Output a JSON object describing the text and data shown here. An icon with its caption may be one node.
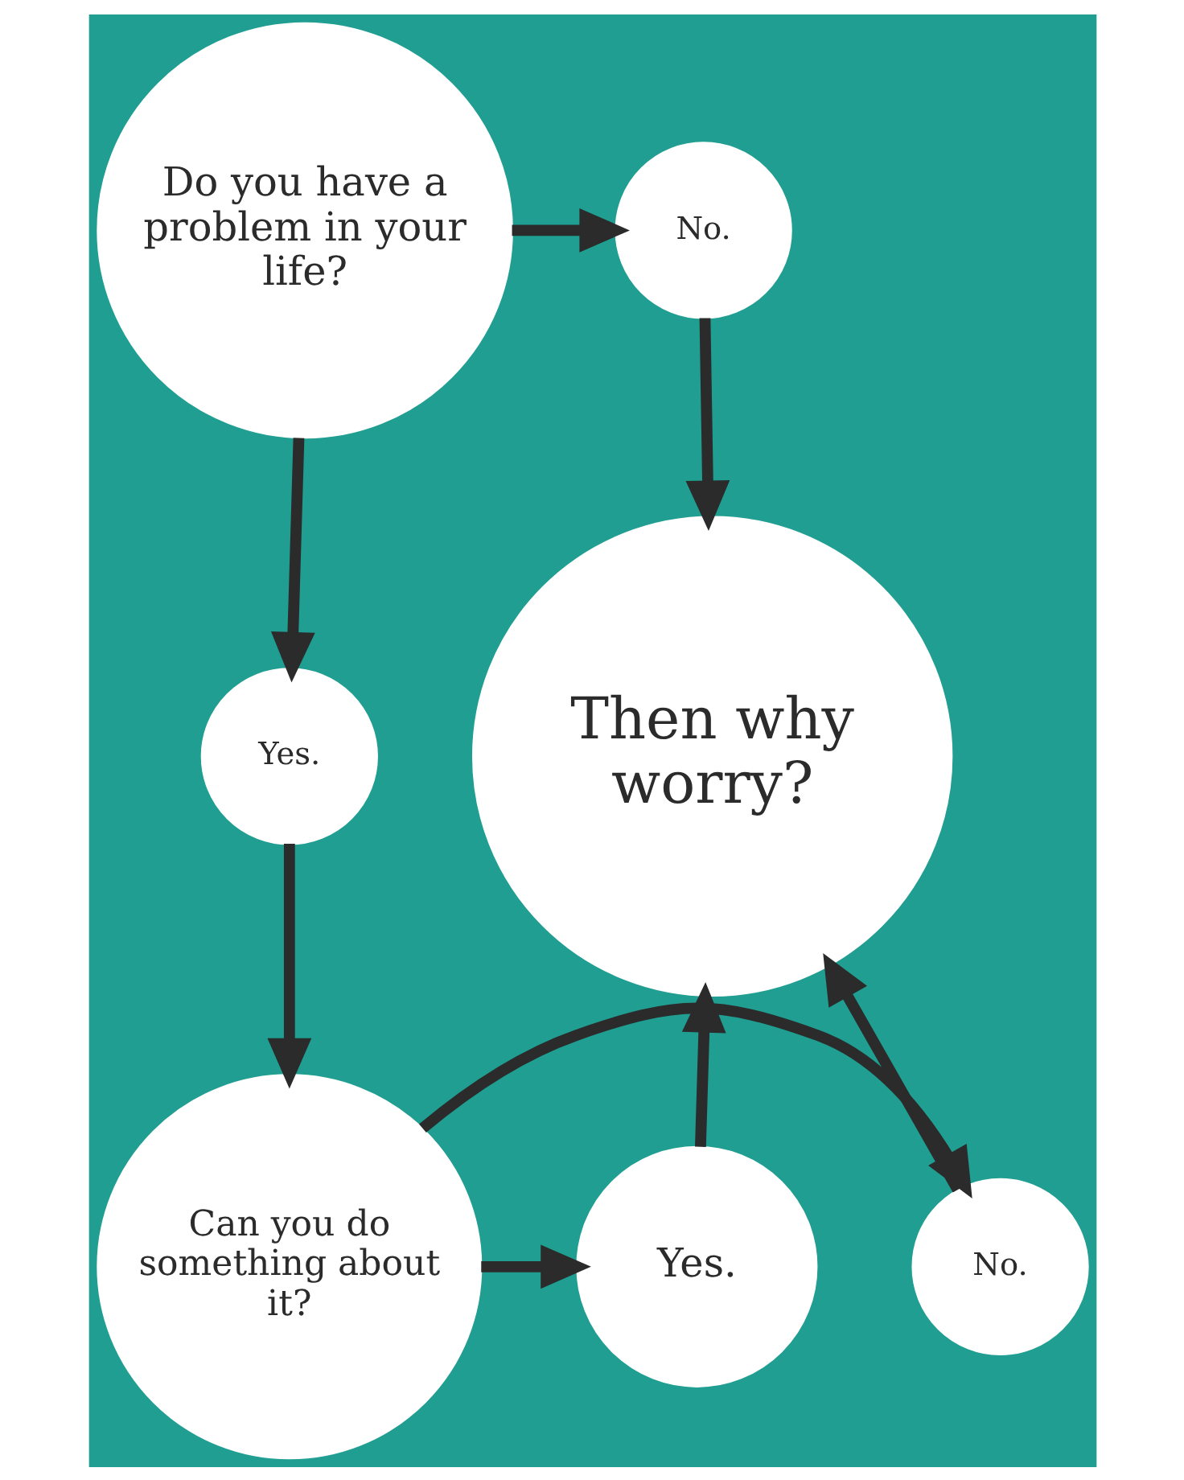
{
  "diagram": {
    "nodes": [
      {
        "text": [
          "Do you have a problem in your life?"
        ]
      },
      {
        "text": [
          "No."
        ]
      },
      {
        "text": [
          "Then why worry?"
        ]
      },
      {
        "text": [
          "Yes."
        ]
      },
      {
        "text": [
          "No."
        ]
      },
      {
        "text": [
          "Can you do something about it?"
        ]
      },
      {
        "text": [
          "Yes."
        ]
      }
    ],
    "edges": [
      {
        "from": 0,
        "to": 1,
        "arrow": "to"
      },
      {
        "from": 1,
        "to": 2,
        "arrow": "to"
      },
      {
        "from": 0,
        "to": 3,
        "arrow": "to"
      },
      {
        "from": 3,
        "to": 5,
        "arrow": "to"
      },
      {
        "from": 5,
        "to": 4,
        "arrow": "to"
      },
      {
        "from": 4,
        "to": 2,
        "arrow": "to"
      },
      {
        "from": 5,
        "to": 6,
        "arrow": "to"
      },
      {
        "from": 6,
        "to": 2,
        "arrow": "to"
      }
    ]
  }
}
